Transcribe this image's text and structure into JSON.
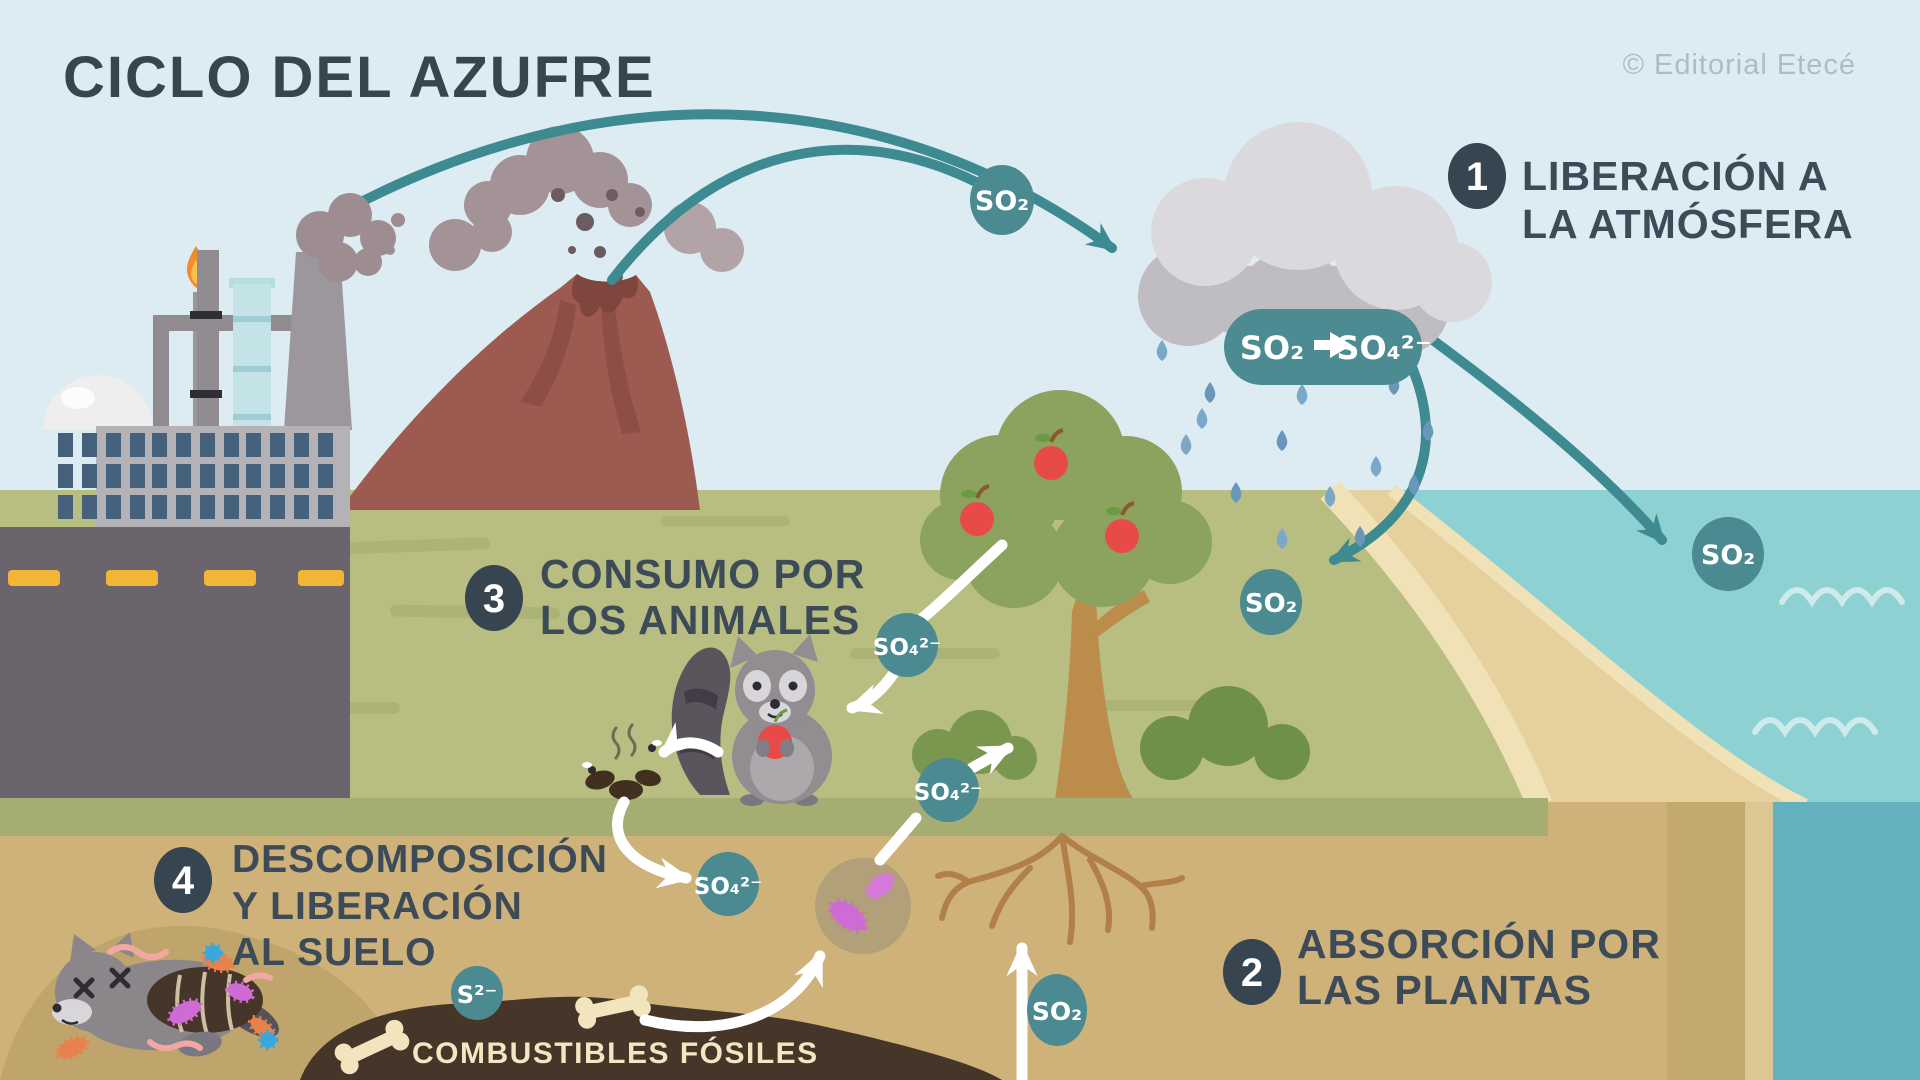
{
  "title": "CICLO DEL AZUFRE",
  "copyright": "© Editorial Etecé",
  "steps": [
    {
      "number": "1",
      "lines": [
        "LIBERACIÓN A",
        "LA ATMÓSFERA"
      ]
    },
    {
      "number": "2",
      "lines": [
        "ABSORCIÓN POR",
        "LAS PLANTAS"
      ]
    },
    {
      "number": "3",
      "lines": [
        "CONSUMO POR",
        "LOS ANIMALES"
      ]
    },
    {
      "number": "4",
      "lines": [
        "DESCOMPOSICIÓN",
        "Y LIBERACIÓN",
        "AL SUELO"
      ]
    }
  ],
  "molecules": {
    "so2": "SO₂",
    "so4": "SO₄²⁻",
    "s2": "S²⁻"
  },
  "transformation": {
    "from": "SO₂",
    "to": "SO₄²⁻"
  },
  "soil_label": "COMBUSTIBLES FÓSILES",
  "colors": {
    "badge_teal": "#4a8a90",
    "arrow_teal": "#3e8a91",
    "step_circle": "#36454f",
    "label_text": "#3c4b57",
    "sky": "#dcecf2",
    "sea": "#8ed1d3",
    "grass": "#b8be81",
    "soil": "#cfb279",
    "fossil_deposit": "#463529"
  }
}
